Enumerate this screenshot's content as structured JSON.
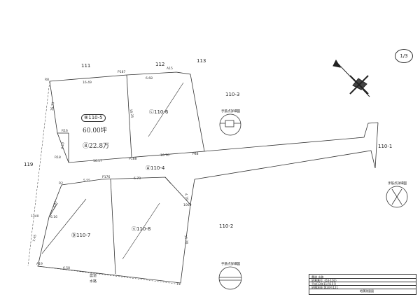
{
  "sheet": {
    "badge": "1/3"
  },
  "parcels": {
    "p110_5": "⑧110-5",
    "p110_6": "ⓒ110-6",
    "p110_4": "Ⓐ110-4",
    "p110_7": "Ⓓ110-7",
    "p110_8": "ⓔ110-8",
    "p110_3": "110-3",
    "p110_1": "110-1",
    "p110_2": "110-2",
    "p111": "111",
    "p112": "112",
    "p113": "113",
    "p119": "119"
  },
  "handwritten": {
    "tsubo": "60.00坪",
    "area": "⑧22.8万"
  },
  "road": {
    "label": "農道",
    "sub": "水路"
  },
  "legend": {
    "title": "手筋点詳細図",
    "title2": "手筋点詳細図",
    "title3": "手筋点詳細図"
  },
  "dims": {
    "d1": "16.49",
    "d2": "6.68",
    "d3": "16.73",
    "d4": "4.10",
    "d5": "16.17",
    "d6": "10.70",
    "d7": "5.55",
    "d8": "6.78",
    "d9": "4.95",
    "d10": "6.16",
    "d11": "7.45",
    "d12": "6.58",
    "d13": "4.10",
    "d14": "16.25",
    "d15": "16.38"
  },
  "points": {
    "pa": "R8",
    "pb": "P187",
    "pc": "A15",
    "pd": "R16",
    "pe": "R18",
    "pf": "P188",
    "pg": "P88",
    "ph": "R2",
    "pi": "P176",
    "pj": "1060",
    "pk": "1340",
    "pl": "A19",
    "pm": "T5"
  },
  "titleblock": {
    "r1": "農道 水路",
    "r2": "地番番号（63-103）",
    "r3": "平成13年11月15日",
    "r4": "地積測量 第20号121",
    "r5": "地積測量図"
  }
}
